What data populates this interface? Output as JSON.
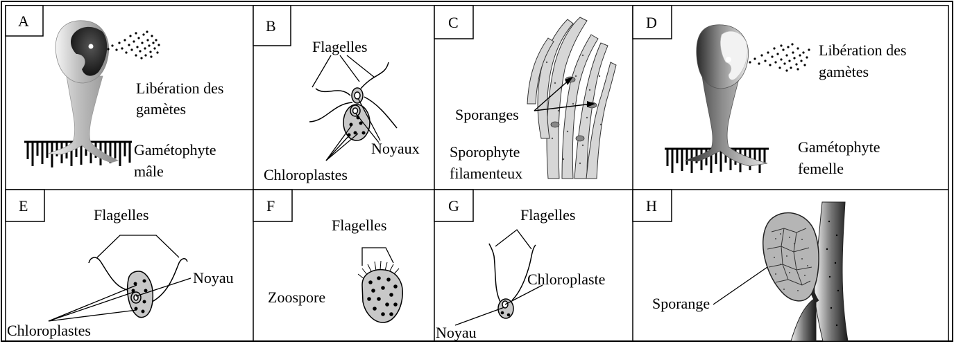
{
  "panels": {
    "A": {
      "letter": "A",
      "release_line1": "Libération des",
      "release_line2": "gamètes",
      "label_line1": "Gamétophyte",
      "label_line2": "mâle"
    },
    "B": {
      "letter": "B",
      "flagella": "Flagelles",
      "nuclei": "Noyaux",
      "chloroplasts": "Chloroplastes"
    },
    "C": {
      "letter": "C",
      "sporangia": "Sporanges",
      "label_line1": "Sporophyte",
      "label_line2": "filamenteux"
    },
    "D": {
      "letter": "D",
      "release_line1": "Libération des",
      "release_line2": "gamètes",
      "label_line1": "Gamétophyte",
      "label_line2": "femelle"
    },
    "E": {
      "letter": "E",
      "flagella": "Flagelles",
      "nucleus": "Noyau",
      "chloroplasts": "Chloroplastes"
    },
    "F": {
      "letter": "F",
      "flagella": "Flagelles",
      "zoospore": "Zoospore"
    },
    "G": {
      "letter": "G",
      "flagella": "Flagelles",
      "chloroplast": "Chloroplaste",
      "nucleus": "Noyau"
    },
    "H": {
      "letter": "H",
      "sporangium": "Sporange"
    }
  },
  "colors": {
    "line": "#000000",
    "cell_fill": "#c8c8c8",
    "background": "#ffffff"
  }
}
